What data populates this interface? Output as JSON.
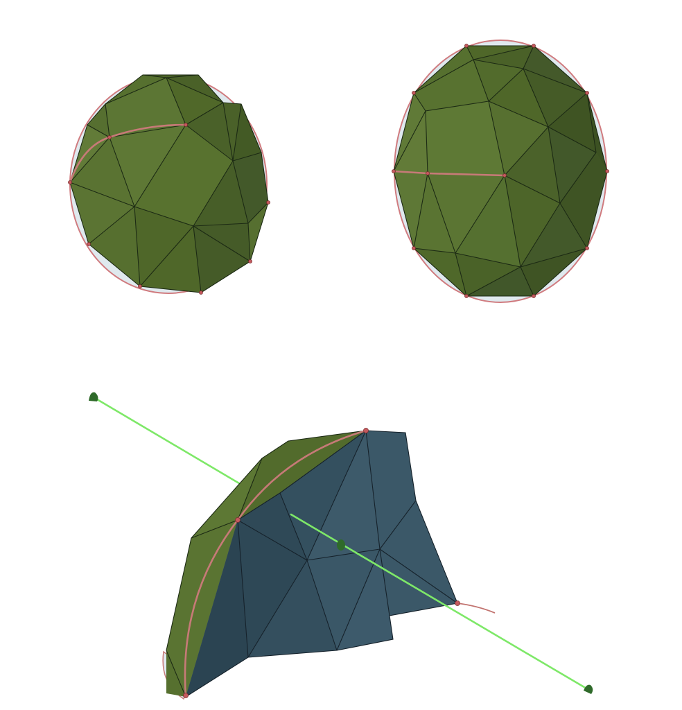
{
  "figure": {
    "panels": [
      {
        "id": "view-top-left",
        "kind": "polyhedral-ellipsoid-view"
      },
      {
        "id": "view-top-right",
        "kind": "polyhedral-ellipsoid-view"
      },
      {
        "id": "view-bottom",
        "kind": "cut-polyhedral-surface-with-axis"
      }
    ],
    "colors": {
      "background": "#ffffff",
      "green_face": "#566f30",
      "green_face_dark": "#44592a",
      "blue_face": "#3a5464",
      "curve": "#c77a78",
      "outline_ellipse": "#d07b7f",
      "gap_fill": "#dde8ee",
      "axis_line": "#7ee868",
      "axis_marker": "#2f6a2a"
    }
  }
}
